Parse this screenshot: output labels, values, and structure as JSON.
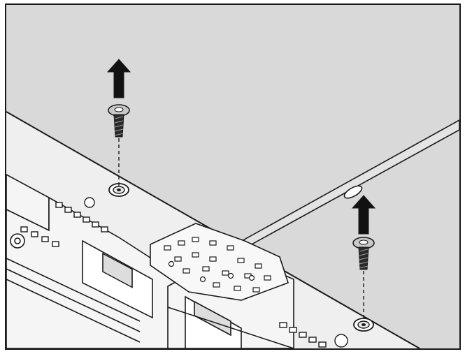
{
  "figure": {
    "kind": "hardware-removal-illustration",
    "icons": {
      "arrow": "arrow-up-icon",
      "screw": "countersunk-screw-icon",
      "hole": "screw-hole-icon"
    },
    "colors": {
      "background": "#ffffff",
      "top_panel": "#d9d9d9",
      "chassis": "#eeeeee",
      "stroke": "#1a1a1a",
      "arrow_fill": "#111111"
    },
    "screws": [
      {
        "id": "left",
        "action": "remove-upward"
      },
      {
        "id": "right",
        "action": "remove-upward"
      }
    ]
  }
}
